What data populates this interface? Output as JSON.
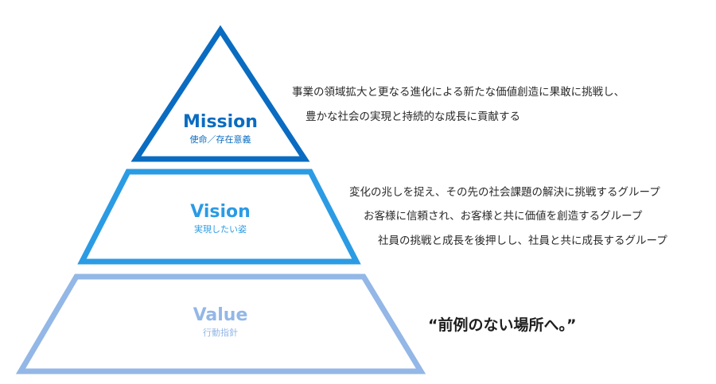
{
  "colors": {
    "mission": "#0a6cc1",
    "vision": "#2b9be4",
    "value": "#93b7e6",
    "text": "#2a2a2a"
  },
  "mission": {
    "title": "Mission",
    "subtitle": "使命／存在意義",
    "lines": [
      "事業の領域拡大と更なる進化による新たな価値創造に果敢に挑戦し、",
      "豊かな社会の実現と持続的な成長に貢献する"
    ]
  },
  "vision": {
    "title": "Vision",
    "subtitle": "実現したい姿",
    "lines": [
      "変化の兆しを捉え、その先の社会課題の解決に挑戦するグループ",
      "お客様に信頼され、お客様と共に価値を創造するグループ",
      "社員の挑戦と成長を後押しし、社員と共に成長するグループ"
    ]
  },
  "value": {
    "title": "Value",
    "subtitle": "行動指針",
    "slogan": "“前例のない場所へ。”"
  }
}
